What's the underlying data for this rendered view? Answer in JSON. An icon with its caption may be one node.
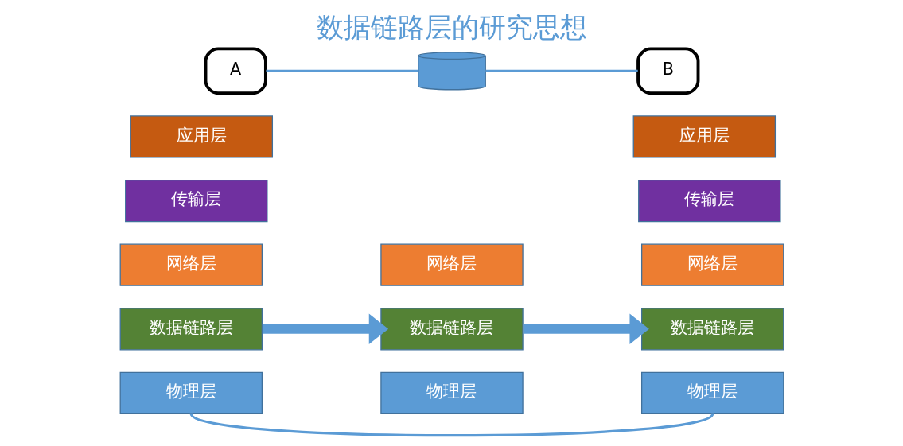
{
  "diagram": {
    "title": "数据链路层的研究思想",
    "nodes": [
      {
        "text": [
          "A"
        ]
      },
      {
        "text": [],
        "shape": "cylinder"
      },
      {
        "text": [
          "B"
        ]
      },
      {
        "text": [
          "应用层"
        ]
      },
      {
        "text": [
          "传输层"
        ]
      },
      {
        "text": [
          "网络层"
        ]
      },
      {
        "text": [
          "数据链路层"
        ]
      },
      {
        "text": [
          "物理层"
        ]
      },
      {
        "text": [
          "网络层"
        ]
      },
      {
        "text": [
          "数据链路层"
        ]
      },
      {
        "text": [
          "物理层"
        ]
      },
      {
        "text": [
          "应用层"
        ]
      },
      {
        "text": [
          "传输层"
        ]
      },
      {
        "text": [
          "网络层"
        ]
      },
      {
        "text": [
          "数据链路层"
        ]
      },
      {
        "text": [
          "物理层"
        ]
      }
    ],
    "edges": [
      {
        "from": 0,
        "to": 1,
        "arrow": "none"
      },
      {
        "from": 1,
        "to": 2,
        "arrow": "none"
      },
      {
        "from": 6,
        "to": 9,
        "arrow": "to",
        "style": "thick"
      },
      {
        "from": 9,
        "to": 14,
        "arrow": "to",
        "style": "thick"
      },
      {
        "from": 7,
        "to": 15,
        "arrow": "none"
      }
    ]
  }
}
